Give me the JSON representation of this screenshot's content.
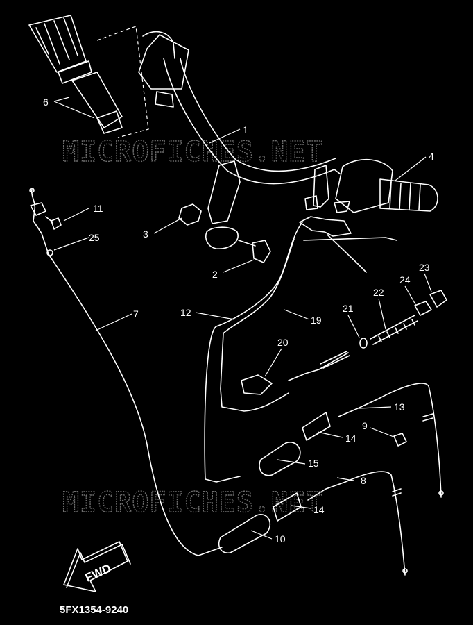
{
  "watermark": {
    "text": "MICROFICHES.NET"
  },
  "direction_label": "FWD",
  "diagram_code": "5FX1354-9240",
  "callouts": {
    "c1": "1",
    "c2": "2",
    "c3": "3",
    "c4": "4",
    "c6": "6",
    "c7": "7",
    "c8": "8",
    "c9": "9",
    "c10": "10",
    "c11": "11",
    "c12": "12",
    "c13": "13",
    "c14a": "14",
    "c14b": "14",
    "c15": "15",
    "c19": "19",
    "c20": "20",
    "c21": "21",
    "c22": "22",
    "c23": "23",
    "c24": "24",
    "c25": "25"
  }
}
